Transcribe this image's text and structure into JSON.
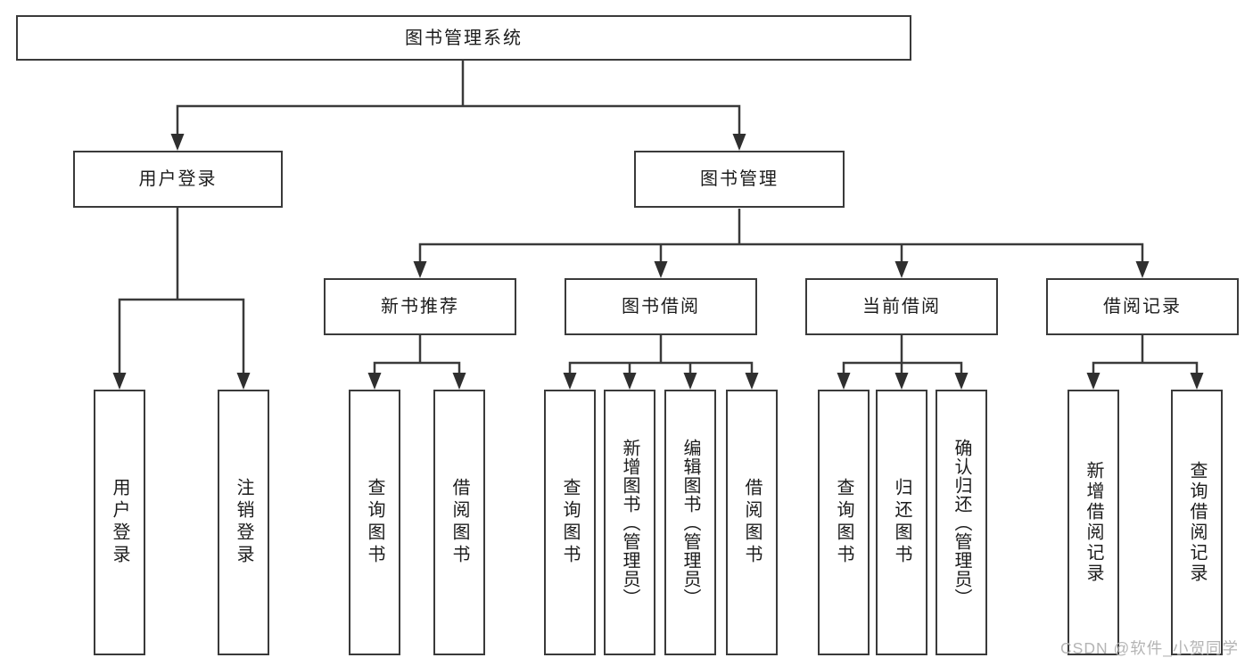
{
  "diagram_type": "hierarchy-tree",
  "nodes": {
    "root": "图书管理系统",
    "level2": [
      {
        "label": "用户登录",
        "children": [
          "用户登录",
          "注销登录"
        ]
      },
      {
        "label": "图书管理"
      }
    ],
    "level3": [
      {
        "label": "新书推荐",
        "children": [
          "查询图书",
          "借阅图书"
        ]
      },
      {
        "label": "图书借阅",
        "children": [
          "查询图书",
          "新增图书（管理员）",
          "编辑图书（管理员）",
          "借阅图书"
        ]
      },
      {
        "label": "当前借阅",
        "children": [
          "查询图书",
          "归还图书",
          "确认归还（管理员）"
        ]
      },
      {
        "label": "借阅记录",
        "children": [
          "新增借阅记录",
          "查询借阅记录"
        ]
      }
    ]
  },
  "watermark": "CSDN @软件_小贺同学",
  "colors": {
    "background": "#ffffff",
    "box_fill": "#ffffff",
    "box_border": "#3a3a3a",
    "line": "#3a3a3a",
    "arrow": "#2f2f2f",
    "text": "#1c1c1c",
    "watermark_text": "#b4b4b4"
  }
}
